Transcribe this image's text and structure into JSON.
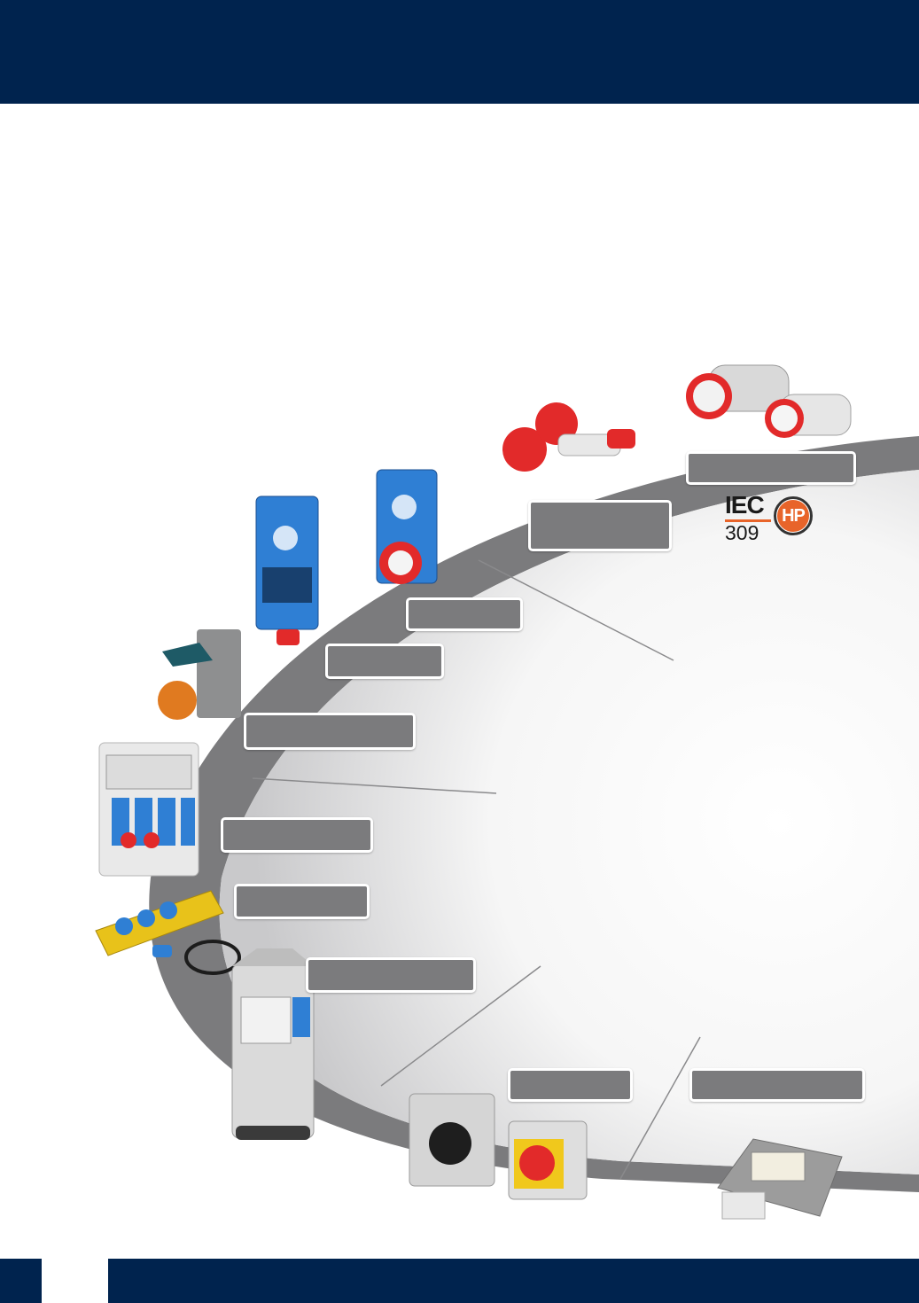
{
  "colors": {
    "navy": "#00234e",
    "arc_gray": "#7b7b7d",
    "label_gray": "#7b7b7d",
    "accent_orange": "#e8642a"
  },
  "logo": {
    "iec": "IEC",
    "number": "309",
    "mark": "HP"
  },
  "products": [
    {
      "icon": "industrial-plugs-icon"
    },
    {
      "icon": "portable-socket-adapter-icon"
    },
    {
      "icon": "interlocked-socket-icon"
    },
    {
      "icon": "interlocked-socket-with-window-icon"
    },
    {
      "icon": "orange-socket-outlet-icon"
    },
    {
      "icon": "distribution-board-icon"
    },
    {
      "icon": "portable-socket-strip-icon"
    },
    {
      "icon": "power-pillar-icon"
    },
    {
      "icon": "rotary-isolator-switch-icon"
    },
    {
      "icon": "multipole-connector-icon"
    }
  ]
}
